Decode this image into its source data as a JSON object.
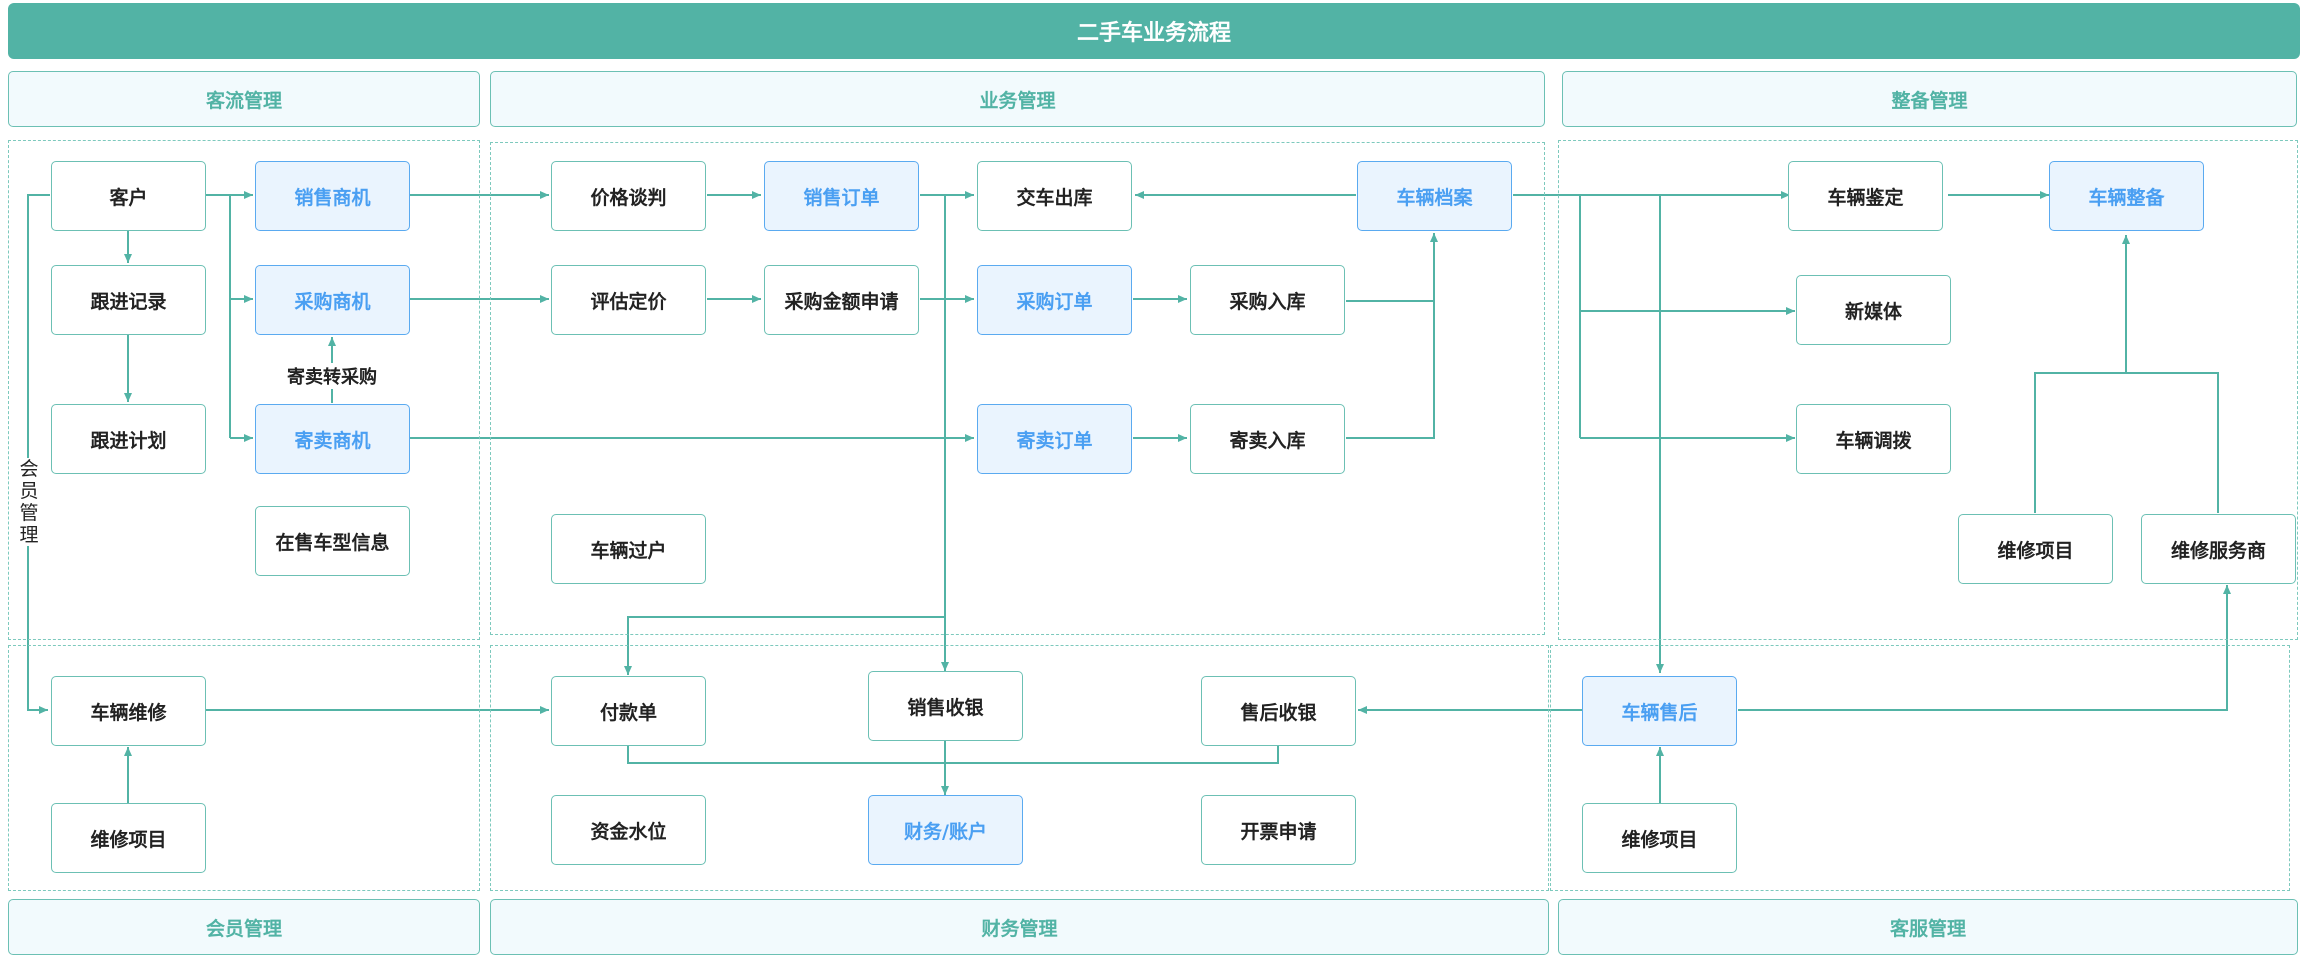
{
  "title": "二手车业务流程",
  "sections": {
    "customer_flow": "客流管理",
    "business": "业务管理",
    "preparation": "整备管理",
    "member": "会员管理",
    "finance": "财务管理",
    "customer_service": "客服管理"
  },
  "colors": {
    "accent": "#52b3a5",
    "highlight_text": "#4a9ff2",
    "highlight_fill": "#eaf4fe"
  },
  "nodes": {
    "customer": "客户",
    "follow_record": "跟进记录",
    "follow_plan": "跟进计划",
    "sales_opportunity": "销售商机",
    "purchase_opportunity": "采购商机",
    "consign_opportunity": "寄卖商机",
    "on_sale_models": "在售车型信息",
    "price_negotiation": "价格谈判",
    "valuation": "评估定价",
    "sales_order": "销售订单",
    "purchase_amount_request": "采购金额申请",
    "delivery_out": "交车出库",
    "purchase_order": "采购订单",
    "purchase_in": "采购入库",
    "consign_order": "寄卖订单",
    "consign_in": "寄卖入库",
    "vehicle_transfer": "车辆过户",
    "vehicle_archive": "车辆档案",
    "vehicle_appraisal": "车辆鉴定",
    "vehicle_preparation": "车辆整备",
    "new_media": "新媒体",
    "vehicle_allocation": "车辆调拨",
    "repair_items_prep": "维修项目",
    "repair_provider": "维修服务商",
    "vehicle_repair": "车辆维修",
    "repair_items_member": "维修项目",
    "payment_slip": "付款单",
    "sales_cashier": "销售收银",
    "aftersales_cashier": "售后收银",
    "fund_level": "资金水位",
    "finance_account": "财务/账户",
    "invoice_request": "开票申请",
    "vehicle_aftersales": "车辆售后",
    "repair_items_service": "维修项目"
  },
  "labels": {
    "consign_to_purchase": "寄卖转采购",
    "member_management_side": "会员管理"
  }
}
